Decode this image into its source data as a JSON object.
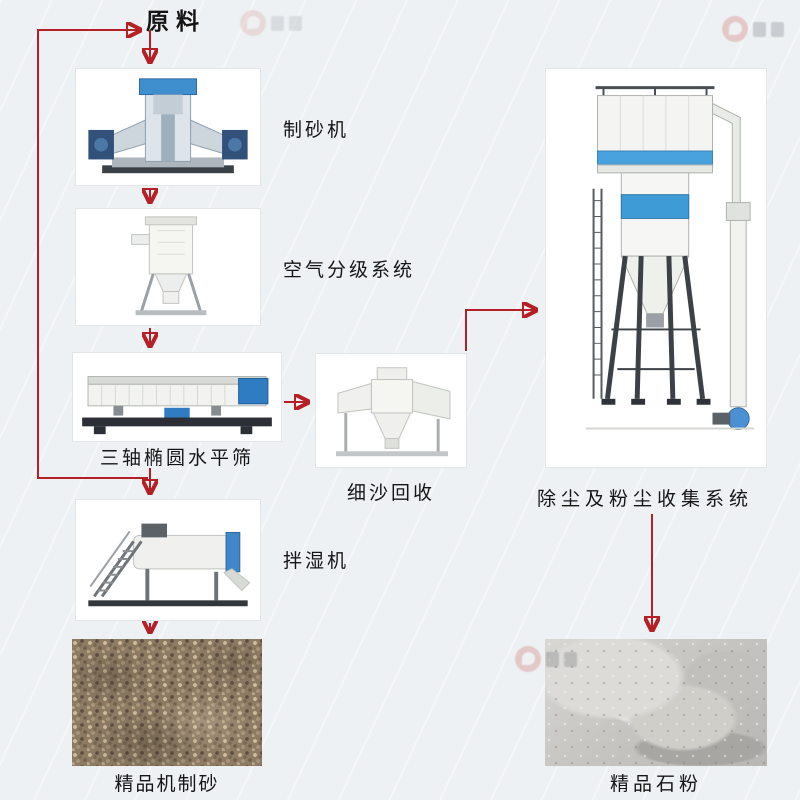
{
  "colors": {
    "background": "#eef1f4",
    "flow_line": "#b42025",
    "box_background": "#ffffff",
    "box_border": "#e3e6e9",
    "text": "#151515",
    "machine_blue": "#3f8fce"
  },
  "flow": {
    "source_label": "原料",
    "stations": {
      "sand_maker": {
        "label": "制砂机"
      },
      "air_classifier": {
        "label": "空气分级系统"
      },
      "triaxial_screen": {
        "label": "三轴椭圆水平筛"
      },
      "fine_sand_recycle": {
        "label": "细沙回收"
      },
      "dust_collection": {
        "label": "除尘及粉尘收集系统"
      },
      "wet_mixer": {
        "label": "拌湿机"
      }
    },
    "products": {
      "machine_sand": {
        "label": "精品机制砂"
      },
      "stone_powder": {
        "label": "精品石粉"
      }
    }
  }
}
